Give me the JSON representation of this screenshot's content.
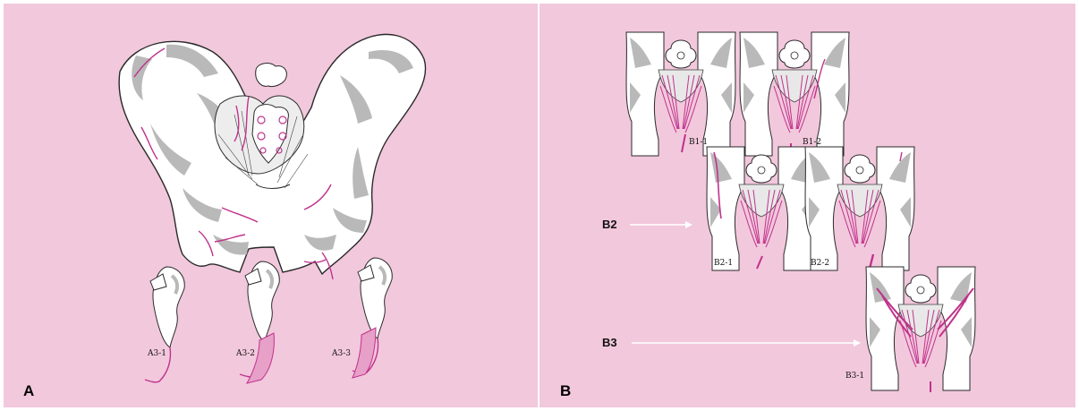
{
  "panels": {
    "a": {
      "letter": "A"
    },
    "b": {
      "letter": "B"
    }
  },
  "sacrum_labels": [
    "A3-1",
    "A3-2",
    "A3-3"
  ],
  "pelvis_labels": [
    "B1-1",
    "B1-2",
    "B2-1",
    "B2-2",
    "B3-1"
  ],
  "row_labels": {
    "b2": "B2",
    "b3": "B3"
  },
  "colors": {
    "background": "#f2c8dc",
    "fracture": "#c0328c",
    "bone": "#ffffff",
    "shadow": "#b9b9b9",
    "outline": "#2a2a2a"
  }
}
